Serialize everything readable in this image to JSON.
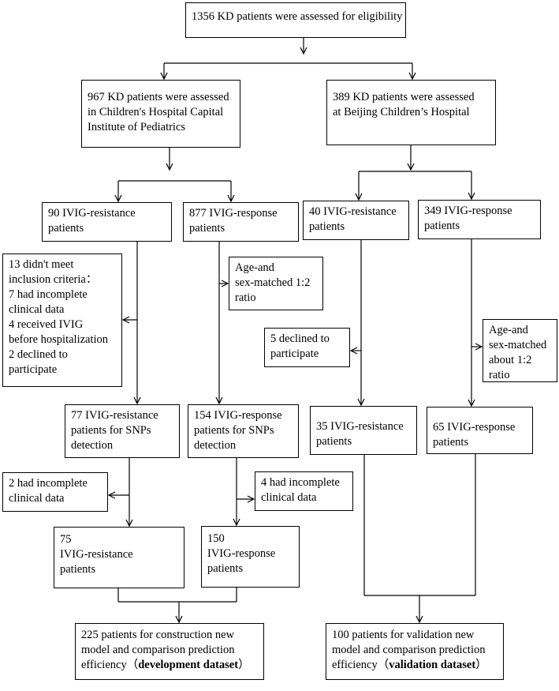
{
  "top": {
    "lines": [
      "1356 KD patients were assessed for eligibility"
    ]
  },
  "left_site": {
    "lines": [
      "967 KD patients were assessed",
      "in Children's Hospital Capital",
      "Institute of Pediatrics"
    ]
  },
  "right_site": {
    "lines": [
      "389 KD patients were assessed",
      "at Beijing Children’s Hospital"
    ]
  },
  "l_res": {
    "lines": [
      "90 IVIG-resistance",
      "patients"
    ]
  },
  "l_resp": {
    "lines": [
      "877 IVIG-response",
      "patients"
    ]
  },
  "r_res": {
    "lines": [
      "40 IVIG-resistance",
      "patients"
    ]
  },
  "r_resp": {
    "lines": [
      "349 IVIG-response",
      "patients"
    ]
  },
  "l_excl": {
    "lines": [
      "13 didn't meet",
      "inclusion criteria：",
      "7 had incomplete",
      "clinical data",
      "4 received IVIG",
      "before hospitalization",
      "2 declined to",
      "participate"
    ]
  },
  "l_match": {
    "lines": [
      "Age-and",
      "sex-matched 1:2",
      "ratio"
    ]
  },
  "r_declined": {
    "lines": [
      "5 declined to",
      "participate"
    ]
  },
  "r_match": {
    "lines": [
      "Age-and",
      "sex-matched",
      "about 1:2",
      "ratio"
    ]
  },
  "l_res_snp": {
    "lines": [
      "77 IVIG-resistance",
      "patients for SNPs",
      "detection"
    ]
  },
  "l_resp_snp": {
    "lines": [
      "154 IVIG-response",
      "patients for SNPs",
      "detection"
    ]
  },
  "r_res_final": {
    "lines": [
      "35 IVIG-resistance",
      "patients"
    ]
  },
  "r_resp_final": {
    "lines": [
      "65 IVIG-response",
      "patients"
    ]
  },
  "l_res_excl": {
    "lines": [
      "2 had incomplete",
      "clinical data"
    ]
  },
  "l_resp_excl": {
    "lines": [
      "4 had incomplete",
      "clinical data"
    ]
  },
  "l_res_final": {
    "lines": [
      "75",
      "IVIG-resistance",
      "patients"
    ]
  },
  "l_resp_final": {
    "lines": [
      "150",
      "IVIG-response",
      "patients"
    ]
  },
  "dev": {
    "lines": [
      "225 patients for construction new",
      "model and comparison prediction"
    ],
    "last_prefix": "efficiency（",
    "last_bold": "development dataset",
    "last_suffix": "）"
  },
  "val": {
    "lines": [
      "100 patients for validation new",
      "model and comparison prediction"
    ],
    "last_prefix": "efficiency（",
    "last_bold": "validation dataset",
    "last_suffix": "）"
  }
}
